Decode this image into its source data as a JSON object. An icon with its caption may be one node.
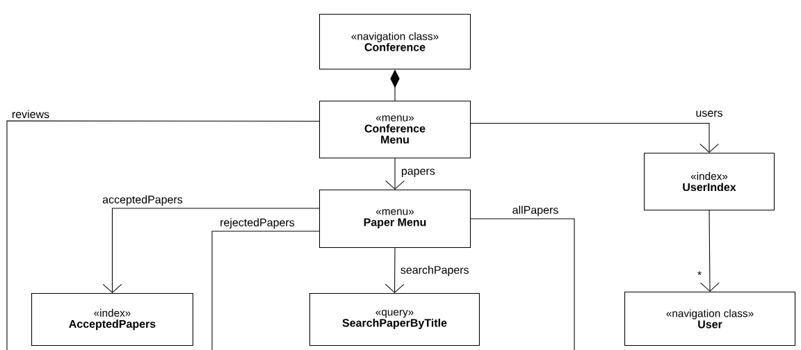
{
  "diagram": {
    "nodes": [
      {
        "text": [
          "«navigation class»",
          "Conference"
        ]
      },
      {
        "text": [
          "«menu»",
          "Conference Menu"
        ]
      },
      {
        "text": [
          "«menu»",
          "Paper Menu"
        ]
      },
      {
        "text": [
          "«index»",
          "UserIndex"
        ]
      },
      {
        "text": [
          "«index»",
          "AcceptedPapers"
        ]
      },
      {
        "text": [
          "«query»",
          "SearchPaperByTitle"
        ]
      },
      {
        "text": [
          "«navigation class»",
          "User"
        ]
      }
    ],
    "edges": [
      {
        "from": 0,
        "to": 1,
        "arrow": "other"
      },
      {
        "from": 1,
        "to": 2,
        "arrow": "to",
        "label": "papers"
      },
      {
        "from": 1,
        "to": 3,
        "arrow": "to",
        "label": "users"
      },
      {
        "from": 1,
        "to": null,
        "arrow": "none",
        "label": "reviews"
      },
      {
        "from": 2,
        "to": 4,
        "arrow": "to",
        "label": "acceptedPapers"
      },
      {
        "from": 2,
        "to": null,
        "arrow": "none",
        "label": "rejectedPapers"
      },
      {
        "from": 2,
        "to": null,
        "arrow": "none",
        "label": "allPapers"
      },
      {
        "from": 2,
        "to": 5,
        "arrow": "to",
        "label": "searchPapers"
      },
      {
        "from": 3,
        "to": 6,
        "arrow": "to",
        "label": "*"
      }
    ]
  }
}
